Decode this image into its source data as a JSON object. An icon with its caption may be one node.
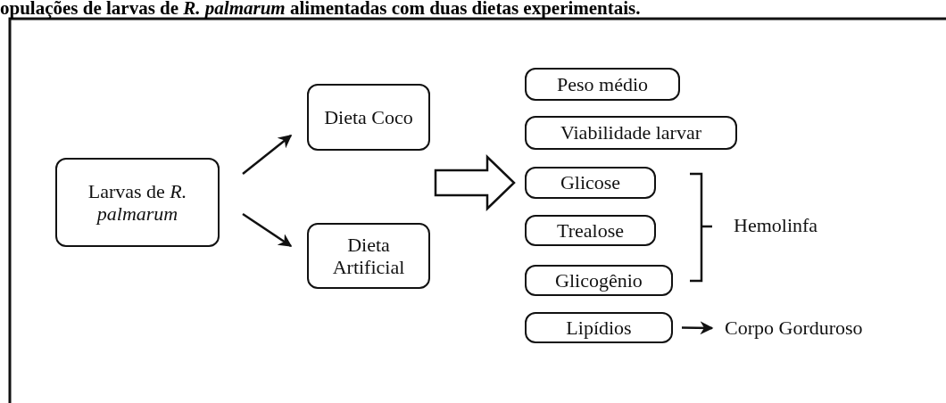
{
  "diagram": {
    "title": "opulações de larvas de *R. palmarum* alimentadas com duas dietas experimentais.",
    "nodes": [
      {
        "text": [
          "Larvas de *R. palmarum*"
        ]
      },
      {
        "text": [
          "Dieta Coco"
        ]
      },
      {
        "text": [
          "Dieta Artificial"
        ]
      },
      {
        "text": [
          "Peso médio"
        ]
      },
      {
        "text": [
          "Viabilidade larvar"
        ]
      },
      {
        "text": [
          "Glicose"
        ]
      },
      {
        "text": [
          "Trealose"
        ]
      },
      {
        "text": [
          "Glicogênio"
        ]
      },
      {
        "text": [
          "Lipídios"
        ]
      },
      {
        "text": [
          "Corpo Gorduroso"
        ]
      }
    ],
    "edges": [
      {
        "from": 0,
        "to": 1,
        "arrow": "to"
      },
      {
        "from": 0,
        "to": 2,
        "arrow": "to"
      },
      {
        "from": null,
        "to": 5,
        "arrow": "to",
        "style": "thick"
      },
      {
        "from": 8,
        "to": 9,
        "arrow": "to"
      }
    ],
    "labels": [
      "Hemolinfa"
    ]
  }
}
